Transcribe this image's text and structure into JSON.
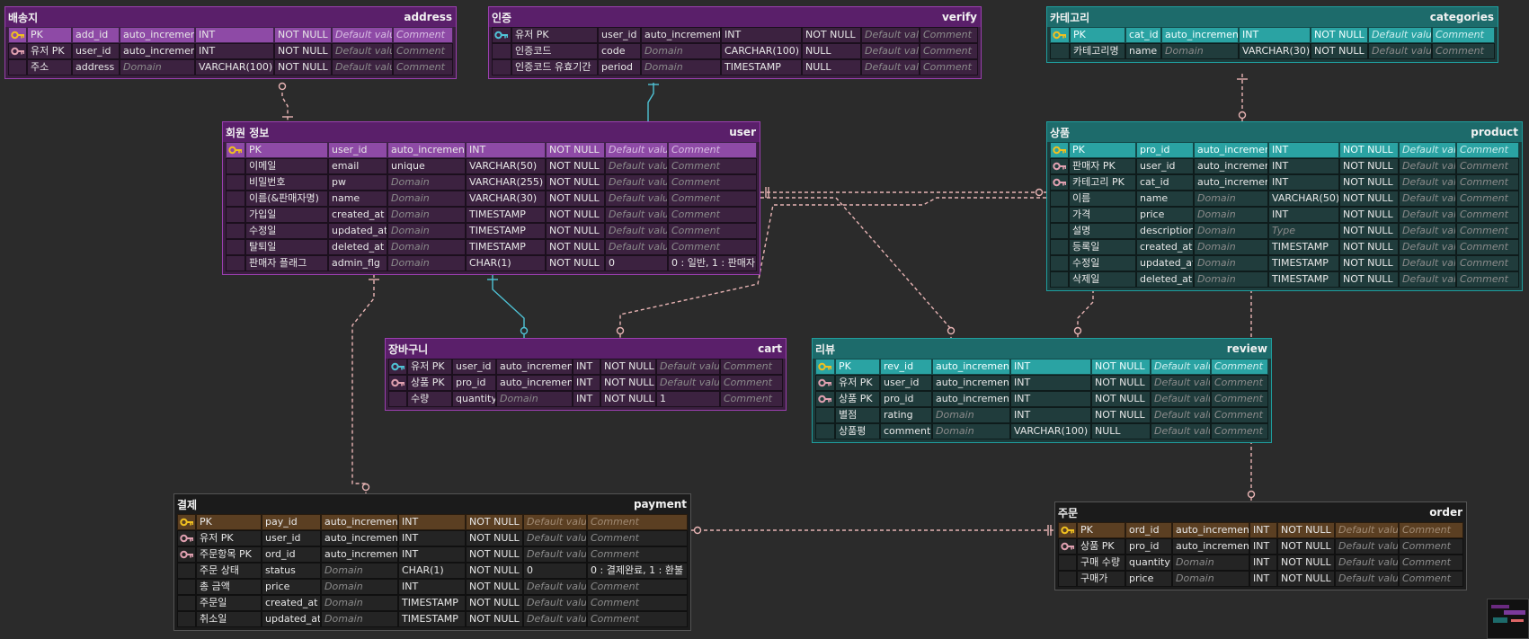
{
  "colors": {
    "background": "#2b2b2b",
    "purple": "#5a1f6a",
    "teal": "#1d6b6b",
    "dark": "#1b1b1b",
    "relation": "#e8b4b4",
    "relation_identifying": "#4fc3d6",
    "pk_key": "#f0c020",
    "uk_key": "#4fc3d6",
    "fk_key": "#e0a0b0"
  },
  "entities": [
    {
      "id": "address",
      "logical": "배송지",
      "physical": "address",
      "columns": [
        {
          "key": "pk",
          "logical": "PK",
          "physical": "add_id",
          "domain": "auto_increment",
          "type": "INT",
          "nullability": "NOT NULL",
          "default": "Default value",
          "comment": "Comment"
        },
        {
          "key": "fk",
          "logical": "유저 PK",
          "physical": "user_id",
          "domain": "auto_increment",
          "type": "INT",
          "nullability": "NOT NULL",
          "default": "Default value",
          "comment": "Comment"
        },
        {
          "key": "",
          "logical": "주소",
          "physical": "address",
          "domain": "Domain",
          "type": "VARCHAR(100)",
          "nullability": "NOT NULL",
          "default": "Default value",
          "comment": "Comment"
        }
      ]
    },
    {
      "id": "verify",
      "logical": "인증",
      "physical": "verify",
      "columns": [
        {
          "key": "uk",
          "logical": "유저 PK",
          "physical": "user_id",
          "domain": "auto_increment",
          "type": "INT",
          "nullability": "NOT NULL",
          "default": "Default value",
          "comment": "Comment"
        },
        {
          "key": "",
          "logical": "인증코드",
          "physical": "code",
          "domain": "Domain",
          "type": "CARCHAR(100)",
          "nullability": "NULL",
          "default": "Default value",
          "comment": "Comment"
        },
        {
          "key": "",
          "logical": "인증코드 유효기간",
          "physical": "period",
          "domain": "Domain",
          "type": "TIMESTAMP",
          "nullability": "NULL",
          "default": "Default value",
          "comment": "Comment"
        }
      ]
    },
    {
      "id": "categories",
      "logical": "카테고리",
      "physical": "categories",
      "columns": [
        {
          "key": "pk",
          "logical": "PK",
          "physical": "cat_id",
          "domain": "auto_increment",
          "type": "INT",
          "nullability": "NOT NULL",
          "default": "Default value",
          "comment": "Comment"
        },
        {
          "key": "",
          "logical": "카테고리명",
          "physical": "name",
          "domain": "Domain",
          "type": "VARCHAR(30)",
          "nullability": "NOT NULL",
          "default": "Default value",
          "comment": "Comment"
        }
      ]
    },
    {
      "id": "user",
      "logical": "회원 정보",
      "physical": "user",
      "columns": [
        {
          "key": "pk",
          "logical": "PK",
          "physical": "user_id",
          "domain": "auto_increment",
          "type": "INT",
          "nullability": "NOT NULL",
          "default": "Default value",
          "comment": "Comment"
        },
        {
          "key": "",
          "logical": "이메일",
          "physical": "email",
          "domain": "unique",
          "type": "VARCHAR(50)",
          "nullability": "NOT NULL",
          "default": "Default value",
          "comment": "Comment"
        },
        {
          "key": "",
          "logical": "비밀번호",
          "physical": "pw",
          "domain": "Domain",
          "type": "VARCHAR(255)",
          "nullability": "NOT NULL",
          "default": "Default value",
          "comment": "Comment"
        },
        {
          "key": "",
          "logical": "이름(&판매자명)",
          "physical": "name",
          "domain": "Domain",
          "type": "VARCHAR(30)",
          "nullability": "NOT NULL",
          "default": "Default value",
          "comment": "Comment"
        },
        {
          "key": "",
          "logical": "가입일",
          "physical": "created_at",
          "domain": "Domain",
          "type": "TIMESTAMP",
          "nullability": "NOT NULL",
          "default": "Default value",
          "comment": "Comment"
        },
        {
          "key": "",
          "logical": "수정일",
          "physical": "updated_at",
          "domain": "Domain",
          "type": "TIMESTAMP",
          "nullability": "NOT NULL",
          "default": "Default value",
          "comment": "Comment"
        },
        {
          "key": "",
          "logical": "탈퇴일",
          "physical": "deleted_at",
          "domain": "Domain",
          "type": "TIMESTAMP",
          "nullability": "NOT NULL",
          "default": "Default value",
          "comment": "Comment"
        },
        {
          "key": "",
          "logical": "판매자 플래그",
          "physical": "admin_flg",
          "domain": "Domain",
          "type": "CHAR(1)",
          "nullability": "NOT NULL",
          "default": "0",
          "comment": "0 : 일반, 1 : 판매자"
        }
      ]
    },
    {
      "id": "product",
      "logical": "상품",
      "physical": "product",
      "columns": [
        {
          "key": "pk",
          "logical": "PK",
          "physical": "pro_id",
          "domain": "auto_increment",
          "type": "INT",
          "nullability": "NOT NULL",
          "default": "Default value",
          "comment": "Comment"
        },
        {
          "key": "fk",
          "logical": "판매자 PK",
          "physical": "user_id",
          "domain": "auto_increment",
          "type": "INT",
          "nullability": "NOT NULL",
          "default": "Default value",
          "comment": "Comment"
        },
        {
          "key": "fk",
          "logical": "카테고리 PK",
          "physical": "cat_id",
          "domain": "auto_increment",
          "type": "INT",
          "nullability": "NOT NULL",
          "default": "Default value",
          "comment": "Comment"
        },
        {
          "key": "",
          "logical": "이름",
          "physical": "name",
          "domain": "Domain",
          "type": "VARCHAR(50)",
          "nullability": "NOT NULL",
          "default": "Default value",
          "comment": "Comment"
        },
        {
          "key": "",
          "logical": "가격",
          "physical": "price",
          "domain": "Domain",
          "type": "INT",
          "nullability": "NOT NULL",
          "default": "Default value",
          "comment": "Comment"
        },
        {
          "key": "",
          "logical": "설명",
          "physical": "description",
          "domain": "Domain",
          "type": "Type",
          "nullability": "NOT NULL",
          "default": "Default value",
          "comment": "Comment"
        },
        {
          "key": "",
          "logical": "등록일",
          "physical": "created_at",
          "domain": "Domain",
          "type": "TIMESTAMP",
          "nullability": "NOT NULL",
          "default": "Default value",
          "comment": "Comment"
        },
        {
          "key": "",
          "logical": "수정일",
          "physical": "updated_at",
          "domain": "Domain",
          "type": "TIMESTAMP",
          "nullability": "NOT NULL",
          "default": "Default value",
          "comment": "Comment"
        },
        {
          "key": "",
          "logical": "삭제일",
          "physical": "deleted_at",
          "domain": "Domain",
          "type": "TIMESTAMP",
          "nullability": "NOT NULL",
          "default": "Default value",
          "comment": "Comment"
        }
      ]
    },
    {
      "id": "cart",
      "logical": "장바구니",
      "physical": "cart",
      "columns": [
        {
          "key": "uk",
          "logical": "유저 PK",
          "physical": "user_id",
          "domain": "auto_increment",
          "type": "INT",
          "nullability": "NOT NULL",
          "default": "Default value",
          "comment": "Comment"
        },
        {
          "key": "fk",
          "logical": "상품 PK",
          "physical": "pro_id",
          "domain": "auto_increment",
          "type": "INT",
          "nullability": "NOT NULL",
          "default": "Default value",
          "comment": "Comment"
        },
        {
          "key": "",
          "logical": "수량",
          "physical": "quantity",
          "domain": "Domain",
          "type": "INT",
          "nullability": "NOT NULL",
          "default": "1",
          "comment": "Comment"
        }
      ]
    },
    {
      "id": "review",
      "logical": "리뷰",
      "physical": "review",
      "columns": [
        {
          "key": "pk",
          "logical": "PK",
          "physical": "rev_id",
          "domain": "auto_increment",
          "type": "INT",
          "nullability": "NOT NULL",
          "default": "Default value",
          "comment": "Comment"
        },
        {
          "key": "fk",
          "logical": "유저 PK",
          "physical": "user_id",
          "domain": "auto_increment",
          "type": "INT",
          "nullability": "NOT NULL",
          "default": "Default value",
          "comment": "Comment"
        },
        {
          "key": "fk",
          "logical": "상품 PK",
          "physical": "pro_id",
          "domain": "auto_increment",
          "type": "INT",
          "nullability": "NOT NULL",
          "default": "Default value",
          "comment": "Comment"
        },
        {
          "key": "",
          "logical": "별점",
          "physical": "rating",
          "domain": "Domain",
          "type": "INT",
          "nullability": "NOT NULL",
          "default": "Default value",
          "comment": "Comment"
        },
        {
          "key": "",
          "logical": "상품평",
          "physical": "comment",
          "domain": "Domain",
          "type": "VARCHAR(100)",
          "nullability": "NULL",
          "default": "Default value",
          "comment": "Comment"
        }
      ]
    },
    {
      "id": "payment",
      "logical": "결제",
      "physical": "payment",
      "columns": [
        {
          "key": "pk",
          "logical": "PK",
          "physical": "pay_id",
          "domain": "auto_increment",
          "type": "INT",
          "nullability": "NOT NULL",
          "default": "Default value",
          "comment": "Comment"
        },
        {
          "key": "fk",
          "logical": "유저 PK",
          "physical": "user_id",
          "domain": "auto_increment",
          "type": "INT",
          "nullability": "NOT NULL",
          "default": "Default value",
          "comment": "Comment"
        },
        {
          "key": "fk",
          "logical": "주문항목 PK",
          "physical": "ord_id",
          "domain": "auto_increment",
          "type": "INT",
          "nullability": "NOT NULL",
          "default": "Default value",
          "comment": "Comment"
        },
        {
          "key": "",
          "logical": "주문 상태",
          "physical": "status",
          "domain": "Domain",
          "type": "CHAR(1)",
          "nullability": "NOT NULL",
          "default": "0",
          "comment": "0 : 결제완료, 1 : 환불"
        },
        {
          "key": "",
          "logical": "총 금액",
          "physical": "price",
          "domain": "Domain",
          "type": "INT",
          "nullability": "NOT NULL",
          "default": "Default value",
          "comment": "Comment"
        },
        {
          "key": "",
          "logical": "주문일",
          "physical": "created_at",
          "domain": "Domain",
          "type": "TIMESTAMP",
          "nullability": "NOT NULL",
          "default": "Default value",
          "comment": "Comment"
        },
        {
          "key": "",
          "logical": "취소일",
          "physical": "updated_at",
          "domain": "Domain",
          "type": "TIMESTAMP",
          "nullability": "NOT NULL",
          "default": "Default value",
          "comment": "Comment"
        }
      ]
    },
    {
      "id": "order",
      "logical": "주문",
      "physical": "order",
      "columns": [
        {
          "key": "pk",
          "logical": "PK",
          "physical": "ord_id",
          "domain": "auto_increment",
          "type": "INT",
          "nullability": "NOT NULL",
          "default": "Default value",
          "comment": "Comment"
        },
        {
          "key": "fk",
          "logical": "상품 PK",
          "physical": "pro_id",
          "domain": "auto_increment",
          "type": "INT",
          "nullability": "NOT NULL",
          "default": "Default value",
          "comment": "Comment"
        },
        {
          "key": "",
          "logical": "구매 수량",
          "physical": "quantity",
          "domain": "Domain",
          "type": "INT",
          "nullability": "NOT NULL",
          "default": "Default value",
          "comment": "Comment"
        },
        {
          "key": "",
          "logical": "구매가",
          "physical": "price",
          "domain": "Domain",
          "type": "INT",
          "nullability": "NOT NULL",
          "default": "Default value",
          "comment": "Comment"
        }
      ]
    }
  ],
  "relationships": [
    {
      "from": "user",
      "to": "address"
    },
    {
      "from": "user",
      "to": "verify"
    },
    {
      "from": "categories",
      "to": "product"
    },
    {
      "from": "user",
      "to": "product"
    },
    {
      "from": "user",
      "to": "cart"
    },
    {
      "from": "product",
      "to": "cart"
    },
    {
      "from": "user",
      "to": "review"
    },
    {
      "from": "product",
      "to": "review"
    },
    {
      "from": "user",
      "to": "payment"
    },
    {
      "from": "product",
      "to": "order"
    },
    {
      "from": "order",
      "to": "payment"
    }
  ]
}
